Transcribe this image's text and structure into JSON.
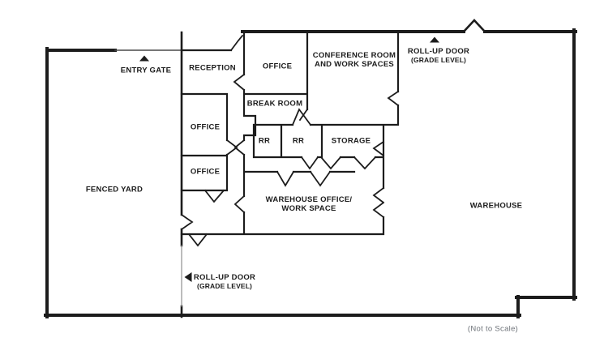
{
  "diagram": {
    "type": "warehouse-office-floor-plan",
    "footer_note": "(Not to Scale)",
    "colors": {
      "wall": "#1c1c1c",
      "text": "#1c1c1c",
      "muted_text": "#6d7278",
      "rollup_door_line": "#8f8f8f"
    },
    "labels": {
      "entry_gate": "ENTRY GATE",
      "reception": "RECEPTION",
      "office_top": "OFFICE",
      "conference_room_line1": "CONFERENCE ROOM",
      "conference_room_line2": "AND WORK SPACES",
      "rollup_door_top_line1": "ROLL-UP DOOR",
      "rollup_door_top_line2": "(GRADE LEVEL)",
      "break_room": "BREAK ROOM",
      "office_middle": "OFFICE",
      "restroom_1": "RR",
      "restroom_2": "RR",
      "storage": "STORAGE",
      "office_lower": "OFFICE",
      "fenced_yard": "FENCED YARD",
      "warehouse_office_line1": "WAREHOUSE OFFICE/",
      "warehouse_office_line2": "WORK SPACE",
      "warehouse": "WAREHOUSE",
      "rollup_door_bottom_line1": "ROLL-UP DOOR",
      "rollup_door_bottom_line2": "(GRADE LEVEL)"
    },
    "markers": {
      "entry_gate_marker": "triangle-up",
      "rollup_top_marker": "triangle-up",
      "rollup_bottom_marker": "triangle-left"
    }
  }
}
